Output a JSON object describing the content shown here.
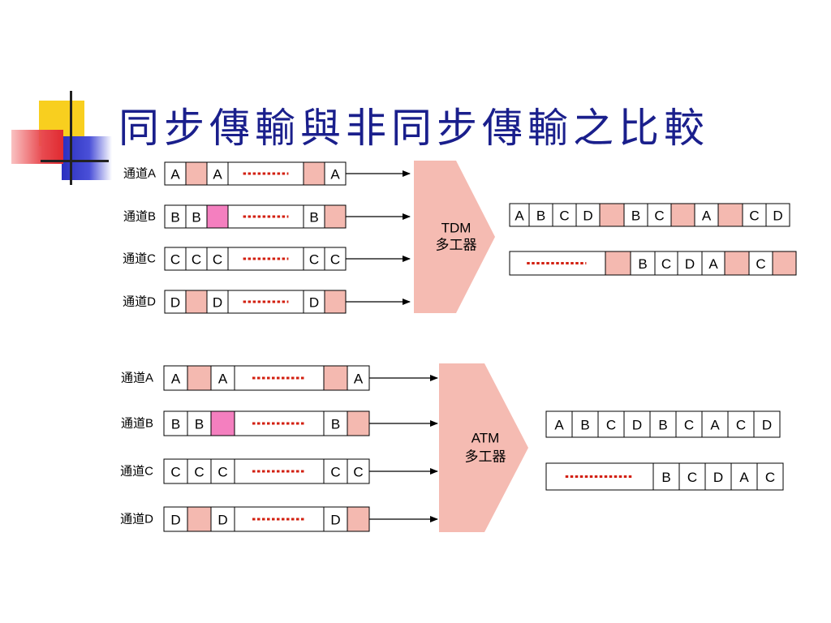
{
  "slide": {
    "title": "同步傳輸與非同步傳輸之比較"
  },
  "colors": {
    "title": "#1a1f8c",
    "empty_slot": "#f4b9b0",
    "highlight_slot": "#f47fbf",
    "mux": "#f5bbb2",
    "dots": "#d21f0f"
  },
  "diagrams": [
    {
      "id": "tdm",
      "mux_label": "TDM",
      "mux_sublabel": "多工器",
      "channels": [
        {
          "label": "通道A",
          "slots": [
            "A",
            "",
            "A",
            "...",
            "",
            "A"
          ]
        },
        {
          "label": "通道B",
          "slots": [
            "B",
            "B",
            "#",
            "...",
            "B",
            ""
          ]
        },
        {
          "label": "通道C",
          "slots": [
            "C",
            "C",
            "C",
            "...",
            "C",
            "C"
          ]
        },
        {
          "label": "通道D",
          "slots": [
            "D",
            "",
            "D",
            "...",
            "D",
            ""
          ]
        }
      ],
      "outputs": [
        [
          "A",
          "B",
          "C",
          "D",
          "",
          "B",
          "C",
          "",
          "A",
          "",
          "C",
          "D"
        ],
        [
          "...",
          "",
          "B",
          "C",
          "D",
          "A",
          "",
          "C",
          ""
        ]
      ]
    },
    {
      "id": "atm",
      "mux_label": "ATM",
      "mux_sublabel": "多工器",
      "channels": [
        {
          "label": "通道A",
          "slots": [
            "A",
            "",
            "A",
            "...",
            "",
            "A"
          ]
        },
        {
          "label": "通道B",
          "slots": [
            "B",
            "B",
            "#",
            "...",
            "B",
            ""
          ]
        },
        {
          "label": "通道C",
          "slots": [
            "C",
            "C",
            "C",
            "...",
            "C",
            "C"
          ]
        },
        {
          "label": "通道D",
          "slots": [
            "D",
            "",
            "D",
            "...",
            "D",
            ""
          ]
        }
      ],
      "outputs": [
        [
          "A",
          "B",
          "C",
          "D",
          "B",
          "C",
          "A",
          "C",
          "D"
        ],
        [
          "...",
          "B",
          "C",
          "D",
          "A",
          "C"
        ]
      ]
    }
  ]
}
